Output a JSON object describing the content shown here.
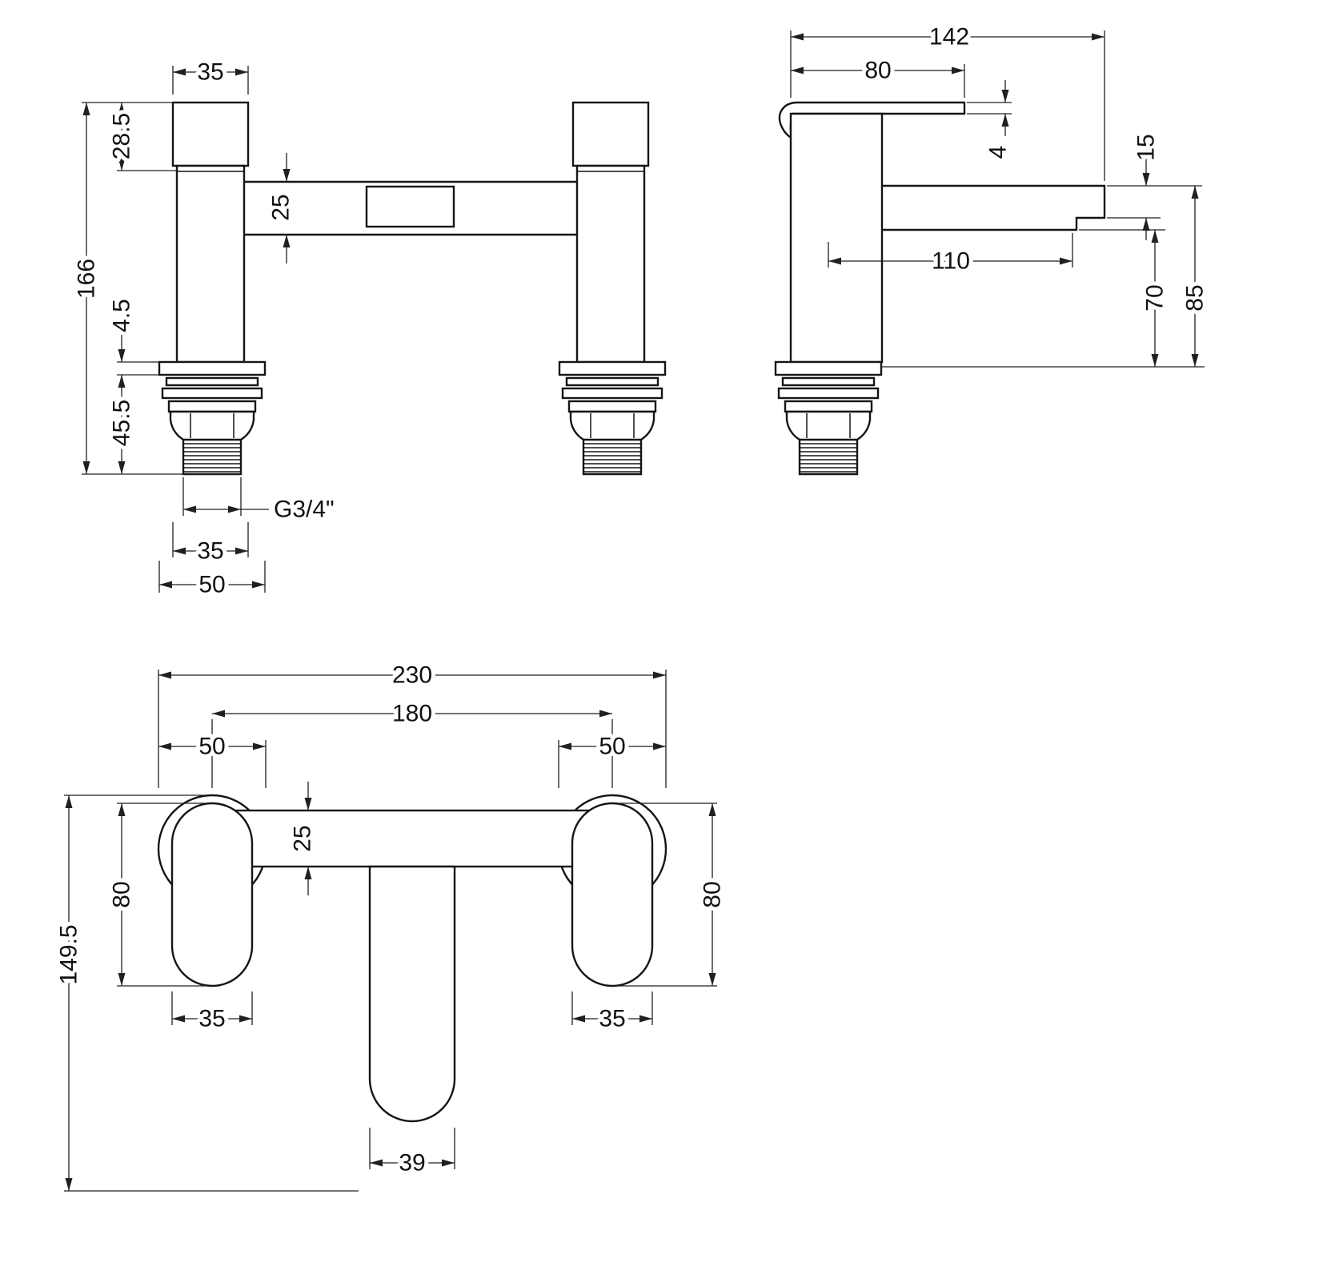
{
  "front": {
    "handle_width": "35",
    "handle_height": "28.5",
    "overall_height": "166",
    "flange_thickness": "4.5",
    "shank_length": "45.5",
    "spout_bar_height": "25",
    "thread_size": "G3/4\"",
    "body_width": "35",
    "flange_width": "50"
  },
  "side": {
    "overall_depth": "142",
    "handle_length": "80",
    "handle_thickness": "4",
    "spout_end_height": "15",
    "spout_reach": "110",
    "spout_underside_height": "70",
    "spout_top_height": "85"
  },
  "plan": {
    "overall_width": "230",
    "tap_centres": "180",
    "flange_left_dia": "50",
    "flange_right_dia": "50",
    "bar_depth": "25",
    "body_left_length": "80",
    "body_right_length": "80",
    "overall_depth": "149.5",
    "body_left_width": "35",
    "body_right_width": "35",
    "spout_width": "39"
  }
}
